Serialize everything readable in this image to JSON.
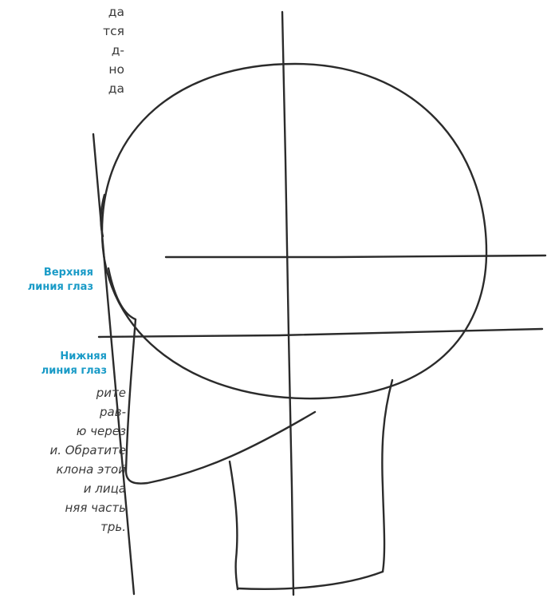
{
  "intro_lines": [
    "да",
    "тся",
    "д-",
    "но",
    "да"
  ],
  "labels": {
    "upper_eye_line": [
      "Верхняя",
      "линия глаз"
    ],
    "lower_eye_line": [
      "Нижняя",
      "линия глаз"
    ]
  },
  "caption_lines": [
    "рите",
    "рав-",
    "ю через",
    "и. Обратите",
    "клона этой",
    "и лица",
    "няя часть",
    "трь."
  ],
  "colors": {
    "label": "#1a9bc7",
    "stroke": "#2b2b2b",
    "text": "#3a3a3a"
  }
}
